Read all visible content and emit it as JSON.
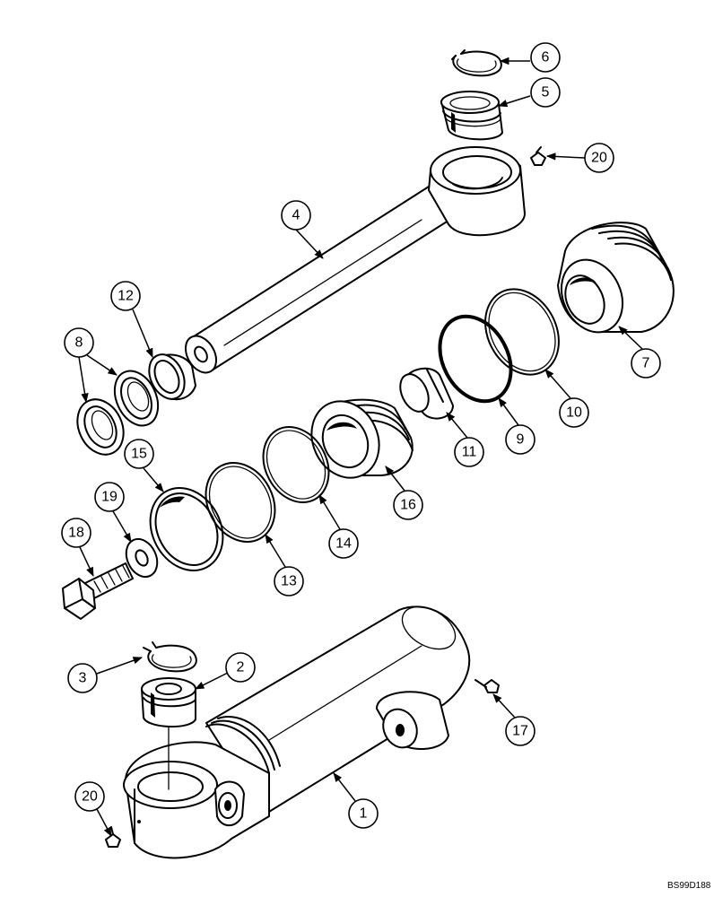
{
  "callouts": {
    "c1": "1",
    "c2": "2",
    "c3": "3",
    "c4": "4",
    "c5": "5",
    "c6": "6",
    "c7": "7",
    "c8": "8",
    "c9": "9",
    "c10": "10",
    "c11": "11",
    "c12": "12",
    "c13": "13",
    "c14": "14",
    "c15": "15",
    "c16": "16",
    "c17": "17",
    "c18": "18",
    "c19": "19",
    "c20a": "20",
    "c20b": "20"
  },
  "drawing_code": "BS99D188"
}
